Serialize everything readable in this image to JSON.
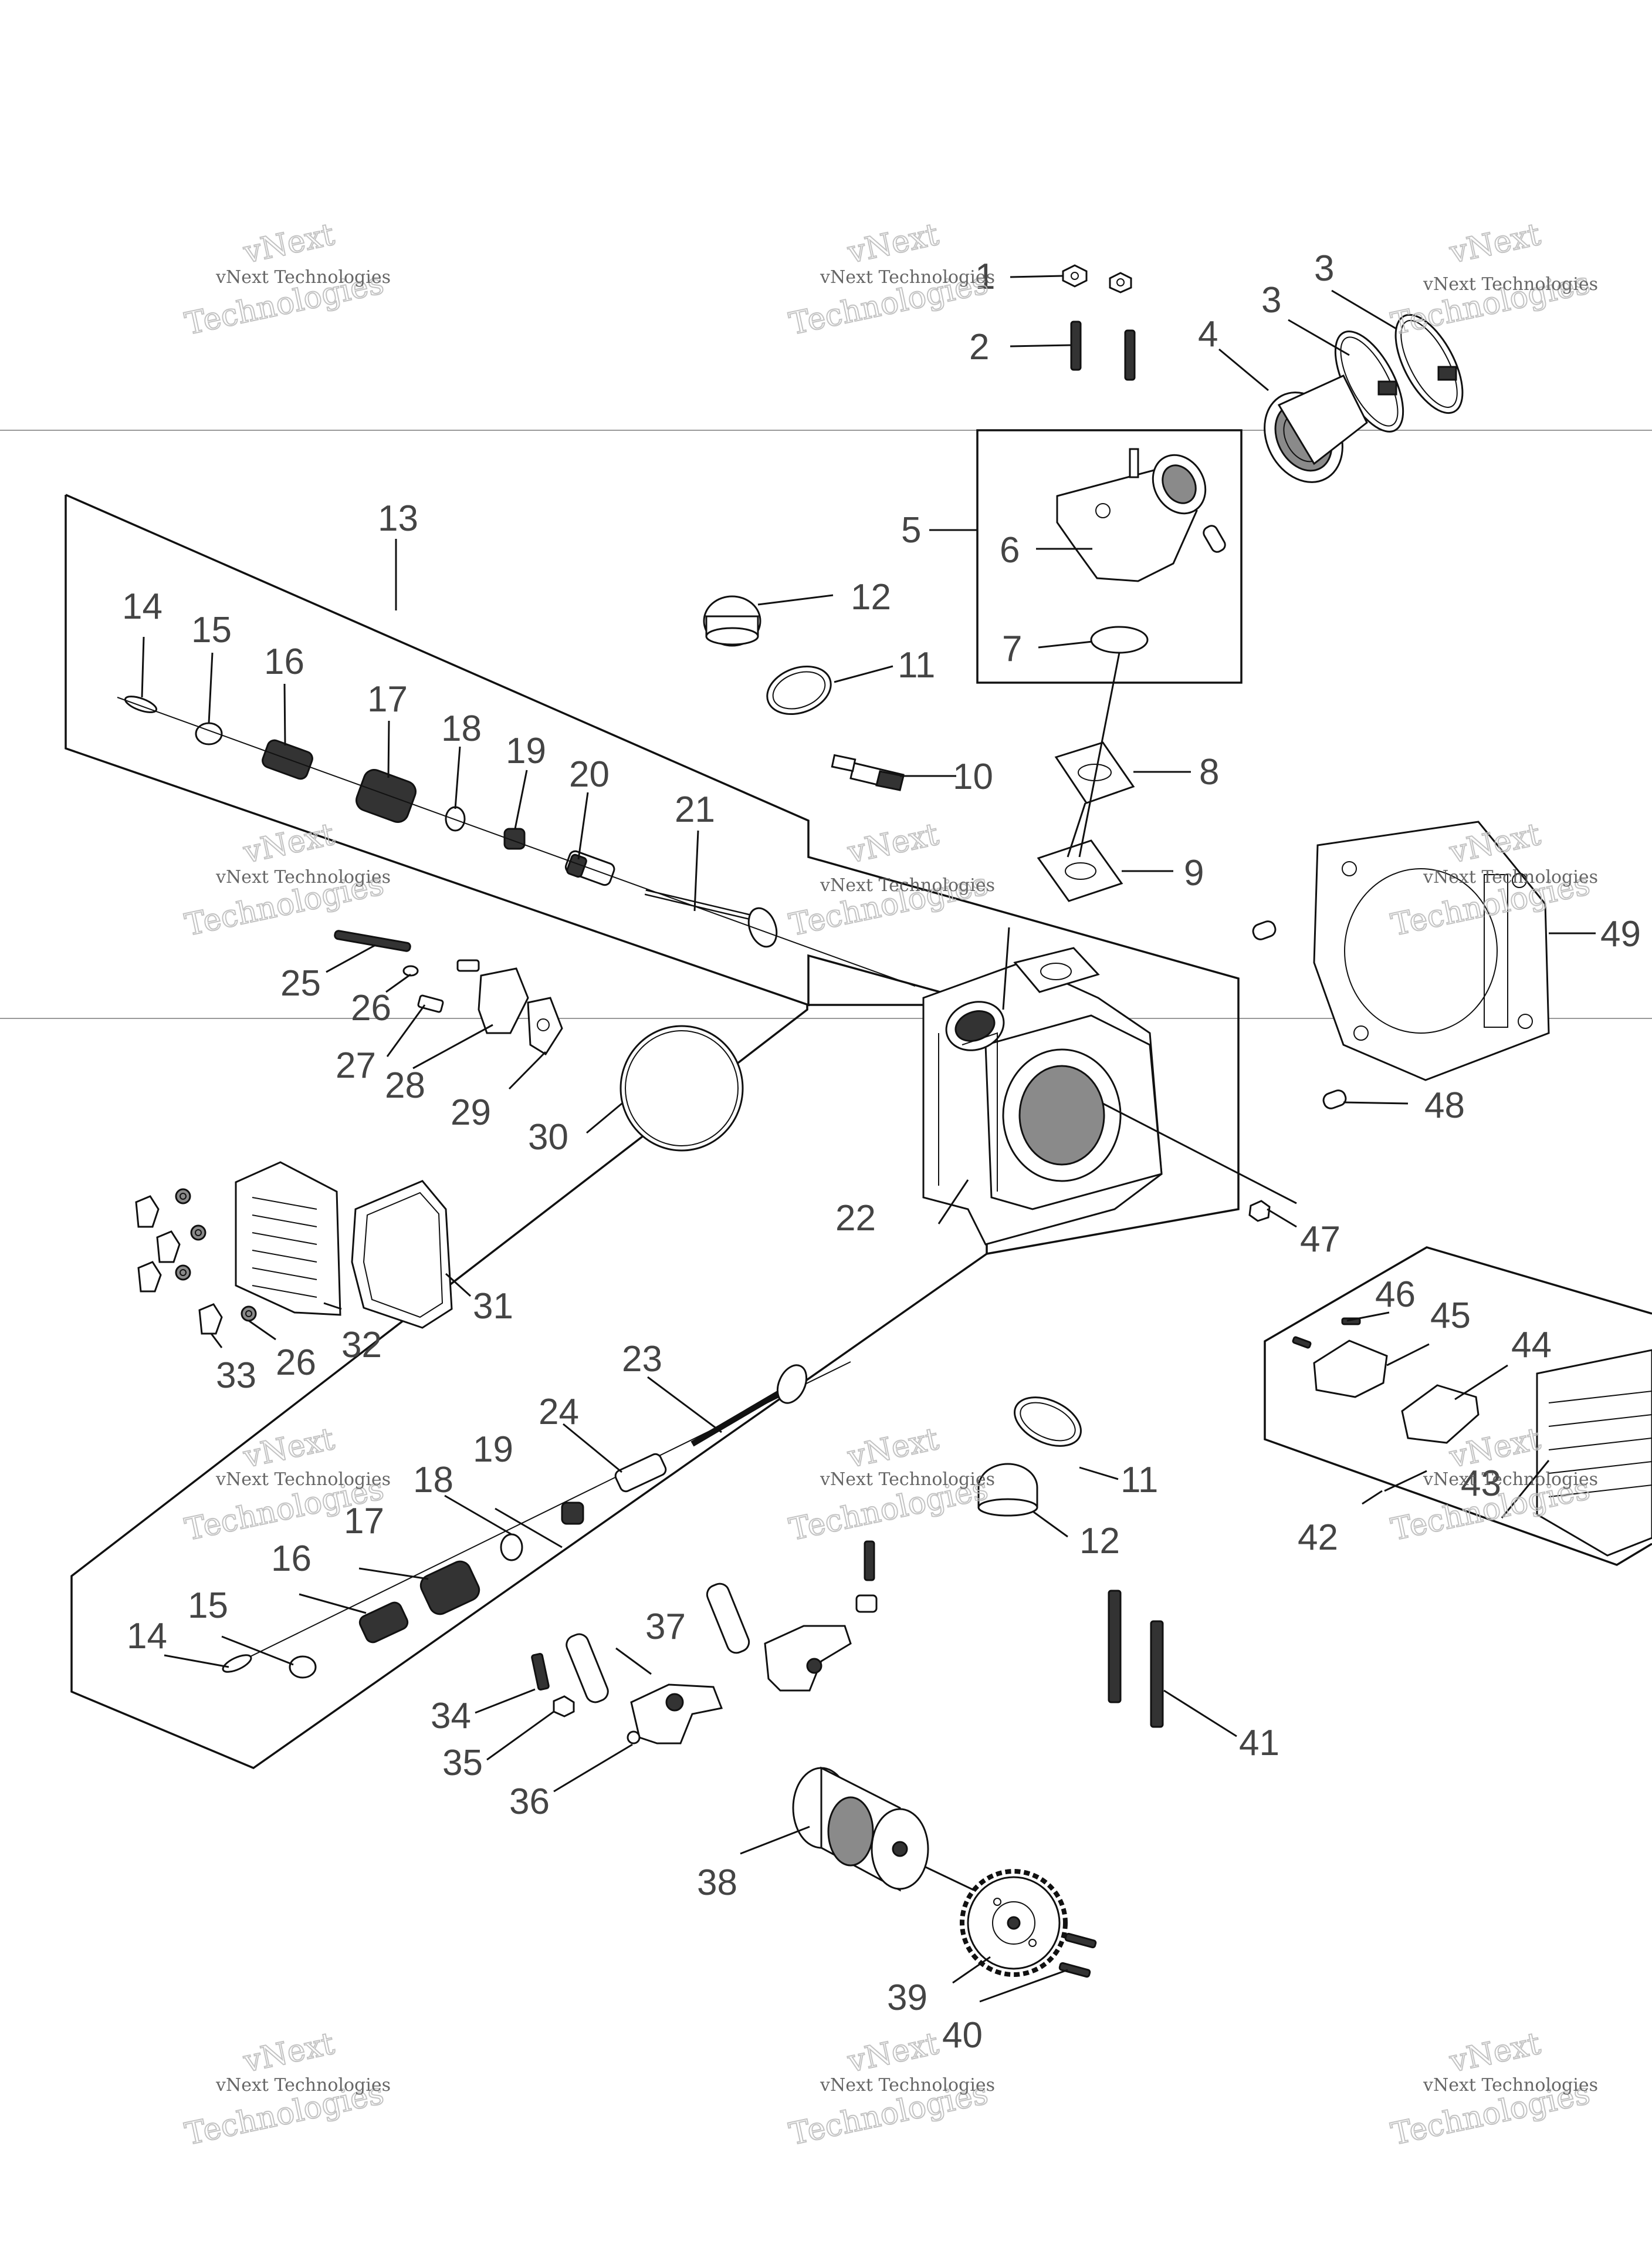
{
  "watermark": {
    "line1": "vNext Technologies",
    "line2": "vNext",
    "line3": "Technologies"
  },
  "callouts": [
    {
      "id": "c1",
      "text": "1"
    },
    {
      "id": "c2",
      "text": "2"
    },
    {
      "id": "c3a",
      "text": "3"
    },
    {
      "id": "c3b",
      "text": "3"
    },
    {
      "id": "c4",
      "text": "4"
    },
    {
      "id": "c5",
      "text": "5"
    },
    {
      "id": "c6",
      "text": "6"
    },
    {
      "id": "c7",
      "text": "7"
    },
    {
      "id": "c8",
      "text": "8"
    },
    {
      "id": "c9",
      "text": "9"
    },
    {
      "id": "c10",
      "text": "10"
    },
    {
      "id": "c11a",
      "text": "11"
    },
    {
      "id": "c12a",
      "text": "12"
    },
    {
      "id": "c13",
      "text": "13"
    },
    {
      "id": "c14a",
      "text": "14"
    },
    {
      "id": "c15a",
      "text": "15"
    },
    {
      "id": "c16a",
      "text": "16"
    },
    {
      "id": "c17a",
      "text": "17"
    },
    {
      "id": "c18a",
      "text": "18"
    },
    {
      "id": "c19a",
      "text": "19"
    },
    {
      "id": "c20",
      "text": "20"
    },
    {
      "id": "c21",
      "text": "21"
    },
    {
      "id": "c22",
      "text": "22"
    },
    {
      "id": "c25",
      "text": "25"
    },
    {
      "id": "c26a",
      "text": "26"
    },
    {
      "id": "c27",
      "text": "27"
    },
    {
      "id": "c28",
      "text": "28"
    },
    {
      "id": "c29",
      "text": "29"
    },
    {
      "id": "c30",
      "text": "30"
    },
    {
      "id": "c31",
      "text": "31"
    },
    {
      "id": "c32",
      "text": "32"
    },
    {
      "id": "c33",
      "text": "33"
    },
    {
      "id": "c26b",
      "text": "26"
    },
    {
      "id": "c23",
      "text": "23"
    },
    {
      "id": "c24",
      "text": "24"
    },
    {
      "id": "c19b",
      "text": "19"
    },
    {
      "id": "c18b",
      "text": "18"
    },
    {
      "id": "c17b",
      "text": "17"
    },
    {
      "id": "c16b",
      "text": "16"
    },
    {
      "id": "c15b",
      "text": "15"
    },
    {
      "id": "c14b",
      "text": "14"
    },
    {
      "id": "c11b",
      "text": "11"
    },
    {
      "id": "c12b",
      "text": "12"
    },
    {
      "id": "c37",
      "text": "37"
    },
    {
      "id": "c34",
      "text": "34"
    },
    {
      "id": "c35",
      "text": "35"
    },
    {
      "id": "c36",
      "text": "36"
    },
    {
      "id": "c38",
      "text": "38"
    },
    {
      "id": "c39",
      "text": "39"
    },
    {
      "id": "c40",
      "text": "40"
    },
    {
      "id": "c41",
      "text": "41"
    },
    {
      "id": "c42",
      "text": "42"
    },
    {
      "id": "c43",
      "text": "43"
    },
    {
      "id": "c44",
      "text": "44"
    },
    {
      "id": "c45",
      "text": "45"
    },
    {
      "id": "c46",
      "text": "46"
    },
    {
      "id": "c47",
      "text": "47"
    },
    {
      "id": "c48",
      "text": "48"
    },
    {
      "id": "c49",
      "text": "49"
    }
  ]
}
